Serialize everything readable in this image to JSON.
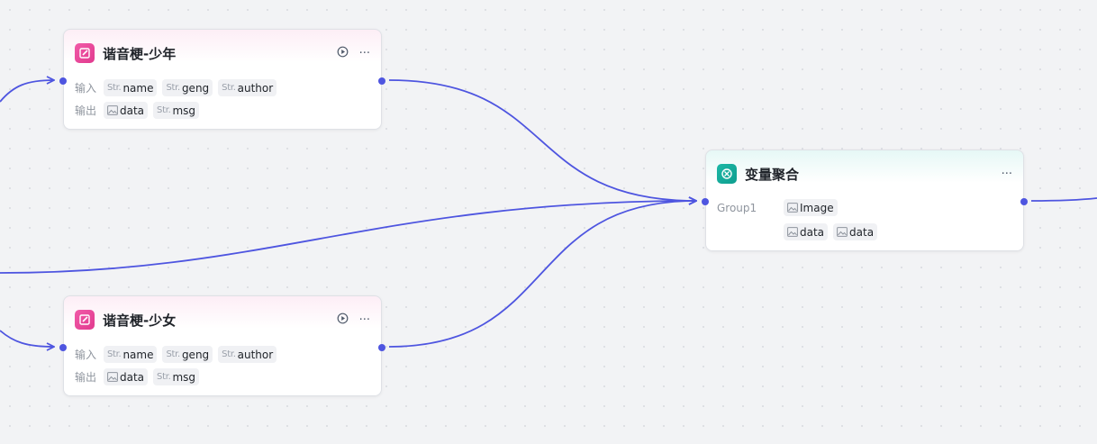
{
  "nodes": {
    "boy": {
      "title": "谐音梗-少年",
      "input_label": "输入",
      "output_label": "输出",
      "inputs": [
        {
          "type": "Str.",
          "name": "name"
        },
        {
          "type": "Str.",
          "name": "geng"
        },
        {
          "type": "Str.",
          "name": "author"
        }
      ],
      "outputs": [
        {
          "type_icon": "image-icon",
          "name": "data"
        },
        {
          "type": "Str.",
          "name": "msg"
        }
      ],
      "more": "···"
    },
    "girl": {
      "title": "谐音梗-少女",
      "input_label": "输入",
      "output_label": "输出",
      "inputs": [
        {
          "type": "Str.",
          "name": "name"
        },
        {
          "type": "Str.",
          "name": "geng"
        },
        {
          "type": "Str.",
          "name": "author"
        }
      ],
      "outputs": [
        {
          "type_icon": "image-icon",
          "name": "data"
        },
        {
          "type": "Str.",
          "name": "msg"
        }
      ],
      "more": "···"
    },
    "aggregate": {
      "title": "变量聚合",
      "group_label": "Group1",
      "group_vars": [
        {
          "type_icon": "image-icon",
          "name": "Image"
        },
        {
          "type_icon": "image-icon",
          "name": "data"
        },
        {
          "type_icon": "image-icon",
          "name": "data"
        }
      ],
      "more": "···"
    }
  },
  "colors": {
    "edge": "#4e55e0",
    "canvas": "#f2f3f5",
    "pink_accent": "#e13a8e",
    "teal_accent": "#0f9e8f"
  }
}
